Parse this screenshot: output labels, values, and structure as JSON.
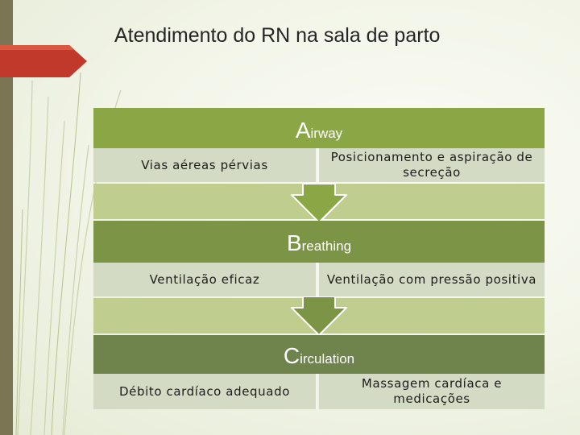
{
  "title": "Atendimento do RN na sala de parto",
  "steps": [
    {
      "header_initial": "A",
      "header_rest": "irway",
      "left": "Vias aéreas pérvias",
      "right": "Posicionamento e aspiração de secreção"
    },
    {
      "header_initial": "B",
      "header_rest": "reathing",
      "left": "Ventilação eficaz",
      "right": "Ventilação com pressão positiva"
    },
    {
      "header_initial": "C",
      "header_rest": "irculation",
      "left": "Débito cardíaco adequado",
      "right": "Massagem cardíaca e medicações"
    }
  ],
  "colors": {
    "band_1": "#8aa645",
    "band_2": "#7c9445",
    "band_3": "#6f834d",
    "cell": "#d4dbc4",
    "spacer": "#bfcd8e",
    "arrow": "#8aa645",
    "accent_tab": "#c0392b",
    "left_bar": "#7b7553"
  }
}
